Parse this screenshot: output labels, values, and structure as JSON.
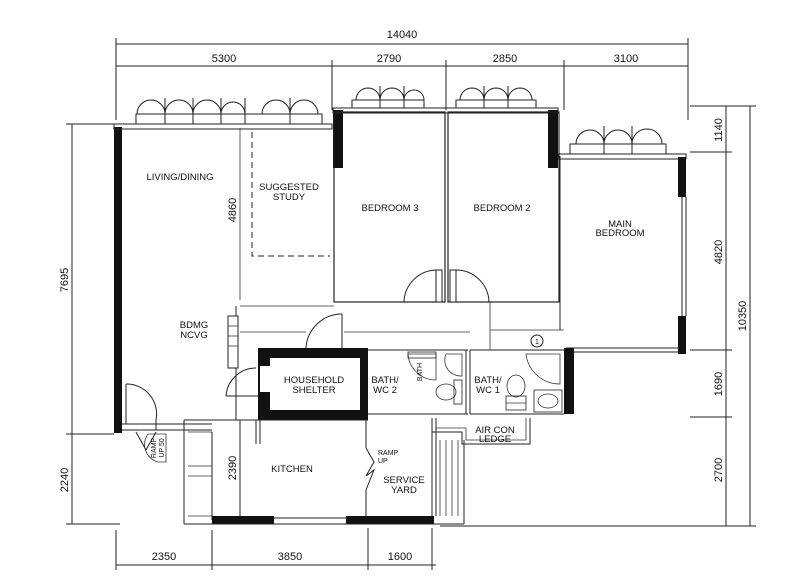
{
  "plan": {
    "dimensions": {
      "top_total": "14040",
      "top_segments": [
        "5300",
        "2790",
        "2850",
        "3100"
      ],
      "bottom_segments": [
        "2350",
        "3850",
        "1600"
      ],
      "left_segments": [
        "7695",
        "2240"
      ],
      "right_segments": [
        "1140",
        "4820",
        "1690",
        "2700"
      ],
      "right_total": "10350",
      "inner_living": "4860",
      "inner_kitchen": "2390"
    },
    "rooms": {
      "living_dining": "LIVING/DINING",
      "suggested_study_1": "SUGGESTED",
      "suggested_study_2": "STUDY",
      "bedroom_3": "BEDROOM 3",
      "bedroom_2": "BEDROOM 2",
      "main_bedroom_1": "MAIN",
      "main_bedroom_2": "BEDROOM",
      "household_shelter_1": "HOUSEHOLD",
      "household_shelter_2": "SHELTER",
      "bath_wc2_1": "BATH/",
      "bath_wc2_2": "WC 2",
      "bath_wc1_1": "BATH/",
      "bath_wc1_2": "WC 1",
      "kitchen": "KITCHEN",
      "service_yard_1": "SERVICE",
      "service_yard_2": "YARD",
      "air_con_ledge_1": "AIR CON",
      "air_con_ledge_2": "LEDGE",
      "ramp_up_1": "RAMP",
      "ramp_up_2": "UP",
      "ramp_up50_1": "RAMP",
      "ramp_up50_2": "UP 50",
      "dining_garbled_1": "BDMG",
      "dining_garbled_2": "NCVG",
      "marker": "1"
    }
  }
}
